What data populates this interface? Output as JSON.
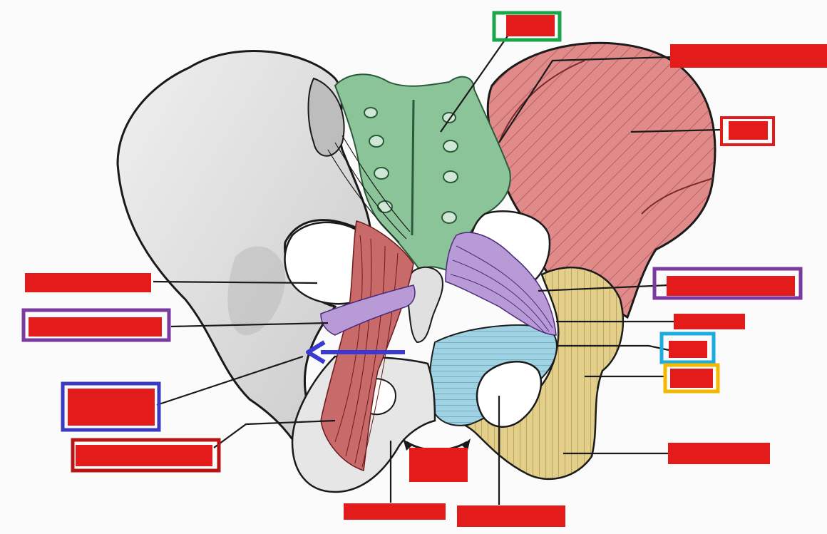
{
  "diagram": {
    "title": "",
    "labels": [
      {
        "id": "sacrum-top",
        "text": "",
        "fill": "#e31b1b",
        "frame": "#1aa64a"
      },
      {
        "id": "ilium-upper-right",
        "text": "",
        "fill": "#e31b1b",
        "frame": null
      },
      {
        "id": "ilium-right",
        "text": "",
        "fill": "#e31b1b",
        "frame": "#e31b1b"
      },
      {
        "id": "sacrospinous-right",
        "text": "",
        "fill": "#e31b1b",
        "frame": "#7a3aa0"
      },
      {
        "id": "ischial-right",
        "text": "",
        "fill": "#e31b1b",
        "frame": null
      },
      {
        "id": "pubis-blue",
        "text": "",
        "fill": "#e31b1b",
        "frame": "#1aaee0"
      },
      {
        "id": "ischium-yellow",
        "text": "",
        "fill": "#e31b1b",
        "frame": "#f5b800"
      },
      {
        "id": "ischium-lower-right",
        "text": "",
        "fill": "#e31b1b",
        "frame": null
      },
      {
        "id": "obturator-bottom",
        "text": "",
        "fill": "#e31b1b",
        "frame": null
      },
      {
        "id": "pubic-arch",
        "text": "",
        "fill": "#e31b1b",
        "frame": null
      },
      {
        "id": "symphysis-bottom",
        "text": "",
        "fill": "#e31b1b",
        "frame": null
      },
      {
        "id": "greater-foramen-left",
        "text": "",
        "fill": "#e31b1b",
        "frame": null
      },
      {
        "id": "sacrospinous-left",
        "text": "",
        "fill": "#e31b1b",
        "frame": "#7a3aa0"
      },
      {
        "id": "lesser-foramen-left",
        "text": "",
        "fill": "#e31b1b",
        "frame": "#3a3ac0"
      },
      {
        "id": "sacrotuberous-left",
        "text": "",
        "fill": "#e31b1b",
        "frame": "#b81414"
      }
    ],
    "colors": {
      "bone": "#dcdcdc",
      "bone_outline": "#1a1a1a",
      "sacrum": "#8cc49a",
      "ilium": "#e08a8a",
      "ischium": "#e3cf8a",
      "pubis": "#9fd3e4",
      "sacrospinous": "#b89ad6",
      "sacrotuberous": "#c96a6a",
      "arrow": "#3a3ad0"
    }
  }
}
